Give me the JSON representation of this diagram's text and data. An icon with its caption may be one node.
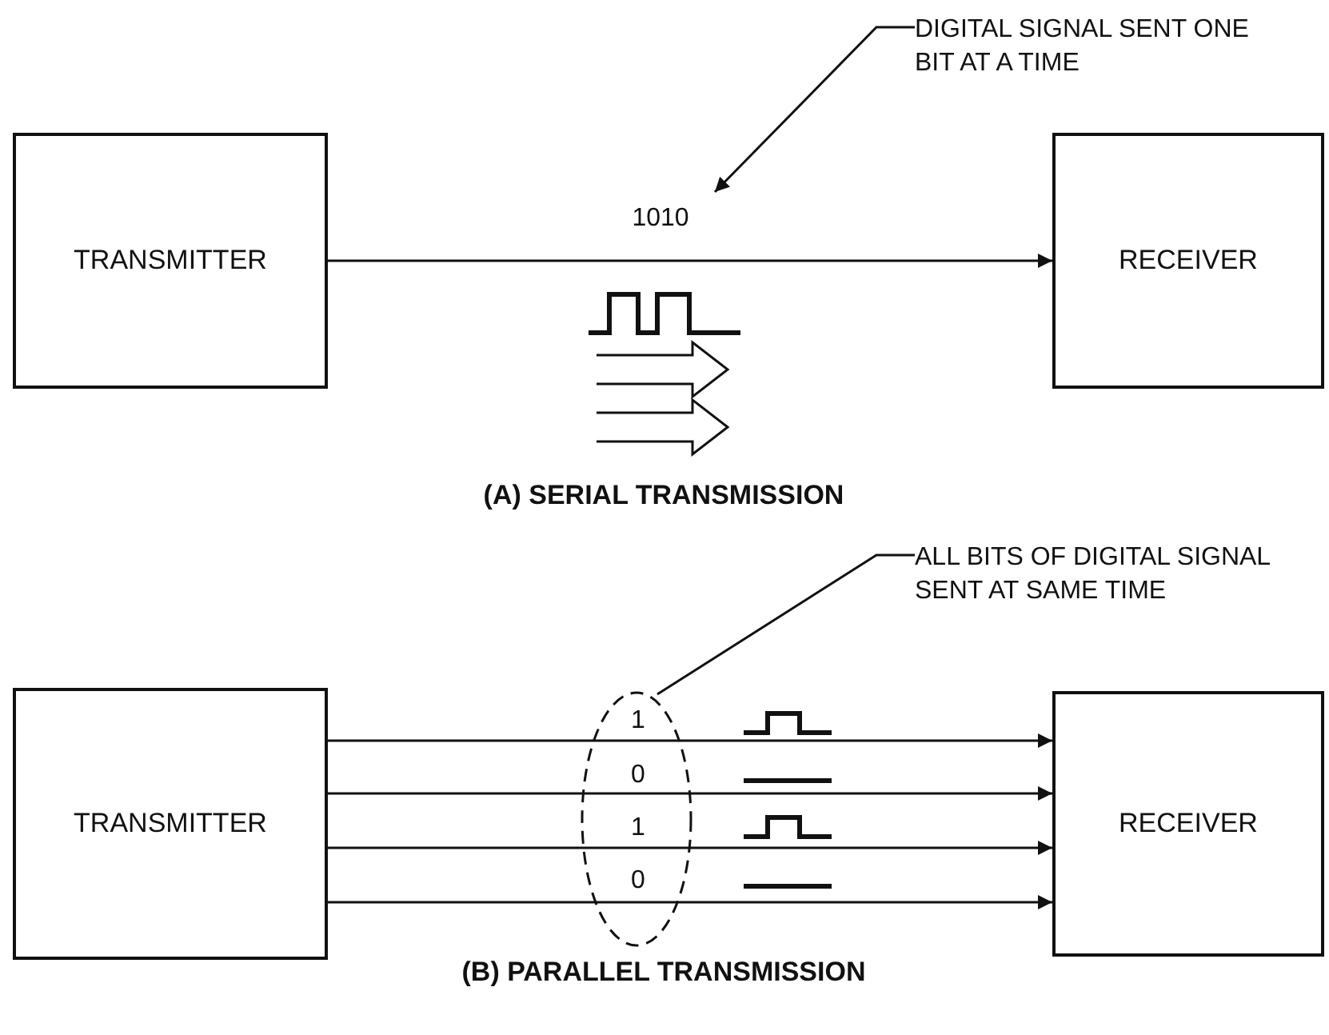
{
  "diagram": {
    "nodes": [
      {
        "text": [
          "TRANSMITTER"
        ]
      },
      {
        "text": [
          "RECEIVER"
        ]
      },
      {
        "text": [
          "DIGITAL SIGNAL SENT ONE BIT AT A TIME"
        ]
      },
      {
        "text": [
          "TRANSMITTER"
        ]
      },
      {
        "text": [
          "RECEIVER"
        ]
      },
      {
        "text": [
          "ALL BITS OF DIGITAL SIGNAL SENT AT SAME TIME"
        ]
      }
    ],
    "edges": [
      {
        "from": 0,
        "to": 1,
        "arrow": "to",
        "label": "1010"
      },
      {
        "from": 2,
        "to": null,
        "arrow": "to"
      },
      {
        "from": 3,
        "to": 4,
        "arrow": "to",
        "label": "1"
      },
      {
        "from": 3,
        "to": 4,
        "arrow": "to",
        "label": "0"
      },
      {
        "from": 3,
        "to": 4,
        "arrow": "to",
        "label": "1"
      },
      {
        "from": 3,
        "to": 4,
        "arrow": "to",
        "label": "0"
      },
      {
        "from": 5,
        "to": null,
        "arrow": "none"
      }
    ],
    "labels": [
      "(A) SERIAL TRANSMISSION",
      "(B) PARALLEL TRANSMISSION"
    ]
  }
}
